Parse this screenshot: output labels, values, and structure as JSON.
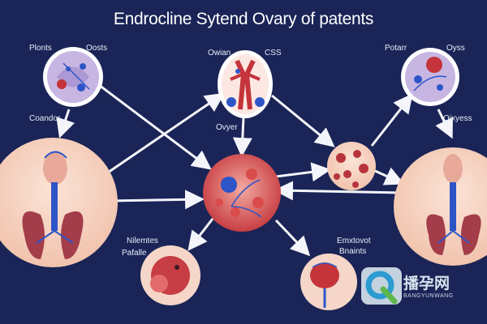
{
  "title": "Endrocline Sytend Ovary of patents",
  "labels": {
    "top_left_a": "Plonts",
    "top_left_b": "Oosts",
    "top_center_a": "Owian",
    "top_center_b": "CSS",
    "top_right_a": "Potarr",
    "top_right_b": "Oyss",
    "left_mid": "Coandor",
    "right_mid": "Oixyess",
    "center": "Ovyer",
    "bottom_left_a": "Nilemtes",
    "bottom_left_b": "Pafalle",
    "bottom_right_a": "Emxtovot",
    "bottom_right_b": "Bnaints"
  },
  "watermark": {
    "text": "播孕网",
    "sub": "BANGYUNWANG"
  },
  "colors": {
    "background": "#1a2456",
    "arrow": "#f4f5fb",
    "tissue_red": "#c4343a",
    "vessel_blue": "#2d55c8",
    "skin": "#f6d2c0"
  }
}
